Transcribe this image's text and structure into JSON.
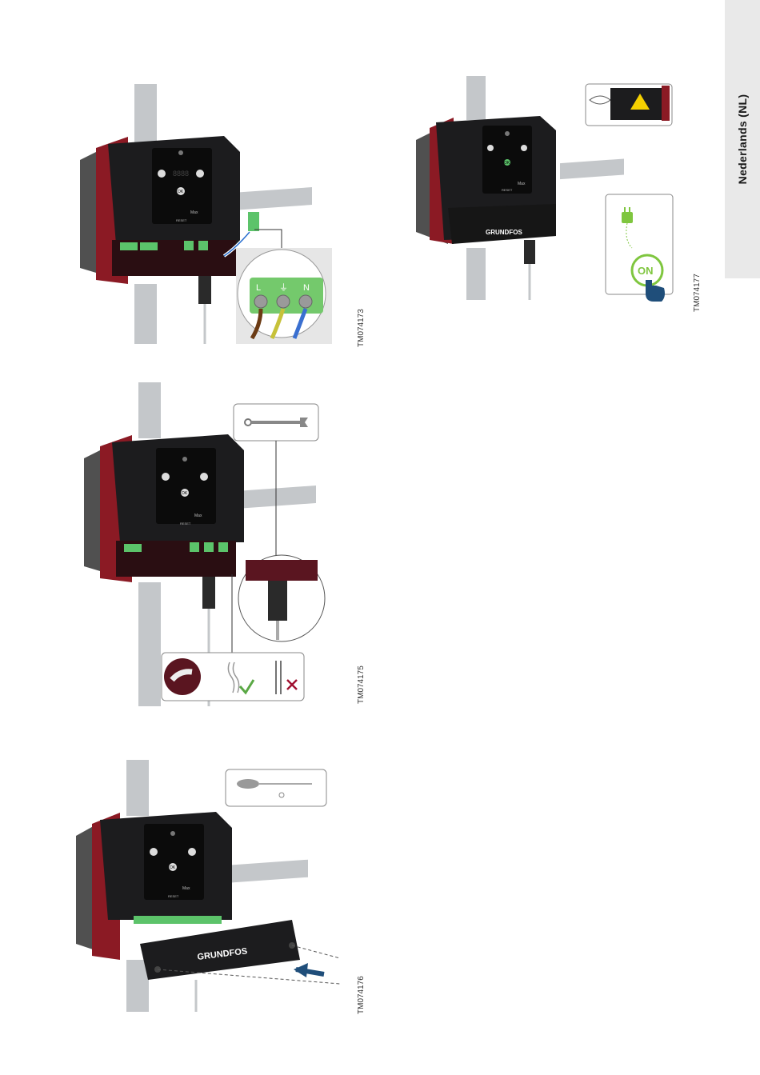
{
  "side_tab": {
    "label": "Nederlands (NL)"
  },
  "figures": [
    {
      "code": "TM074173",
      "terminals": [
        "L",
        "⏚",
        "N"
      ],
      "panel": {
        "ok": "OK",
        "max": "Max",
        "reset": "RESET"
      }
    },
    {
      "code": "TM074175",
      "panel": {
        "ok": "OK",
        "max": "Max",
        "reset": "RESET"
      }
    },
    {
      "code": "TM074176",
      "brand": "GRUNDFOS",
      "panel": {
        "ok": "OK",
        "max": "Max",
        "reset": "RESET"
      }
    },
    {
      "code": "TM074177",
      "brand": "GRUNDFOS",
      "on_label": "ON",
      "panel": {
        "ok": "OK",
        "max": "Max",
        "reset": "RESET"
      }
    }
  ],
  "colors": {
    "body": "#1c1c1e",
    "insulation": "#505050",
    "accent_red": "#8b1a24",
    "terminal_green": "#5cc36a",
    "pipe": "#c4c7ca",
    "check_green": "#5aa845",
    "cross_red": "#a01030",
    "on_green": "#7fc63f",
    "hand_blue": "#1f4e7a"
  }
}
